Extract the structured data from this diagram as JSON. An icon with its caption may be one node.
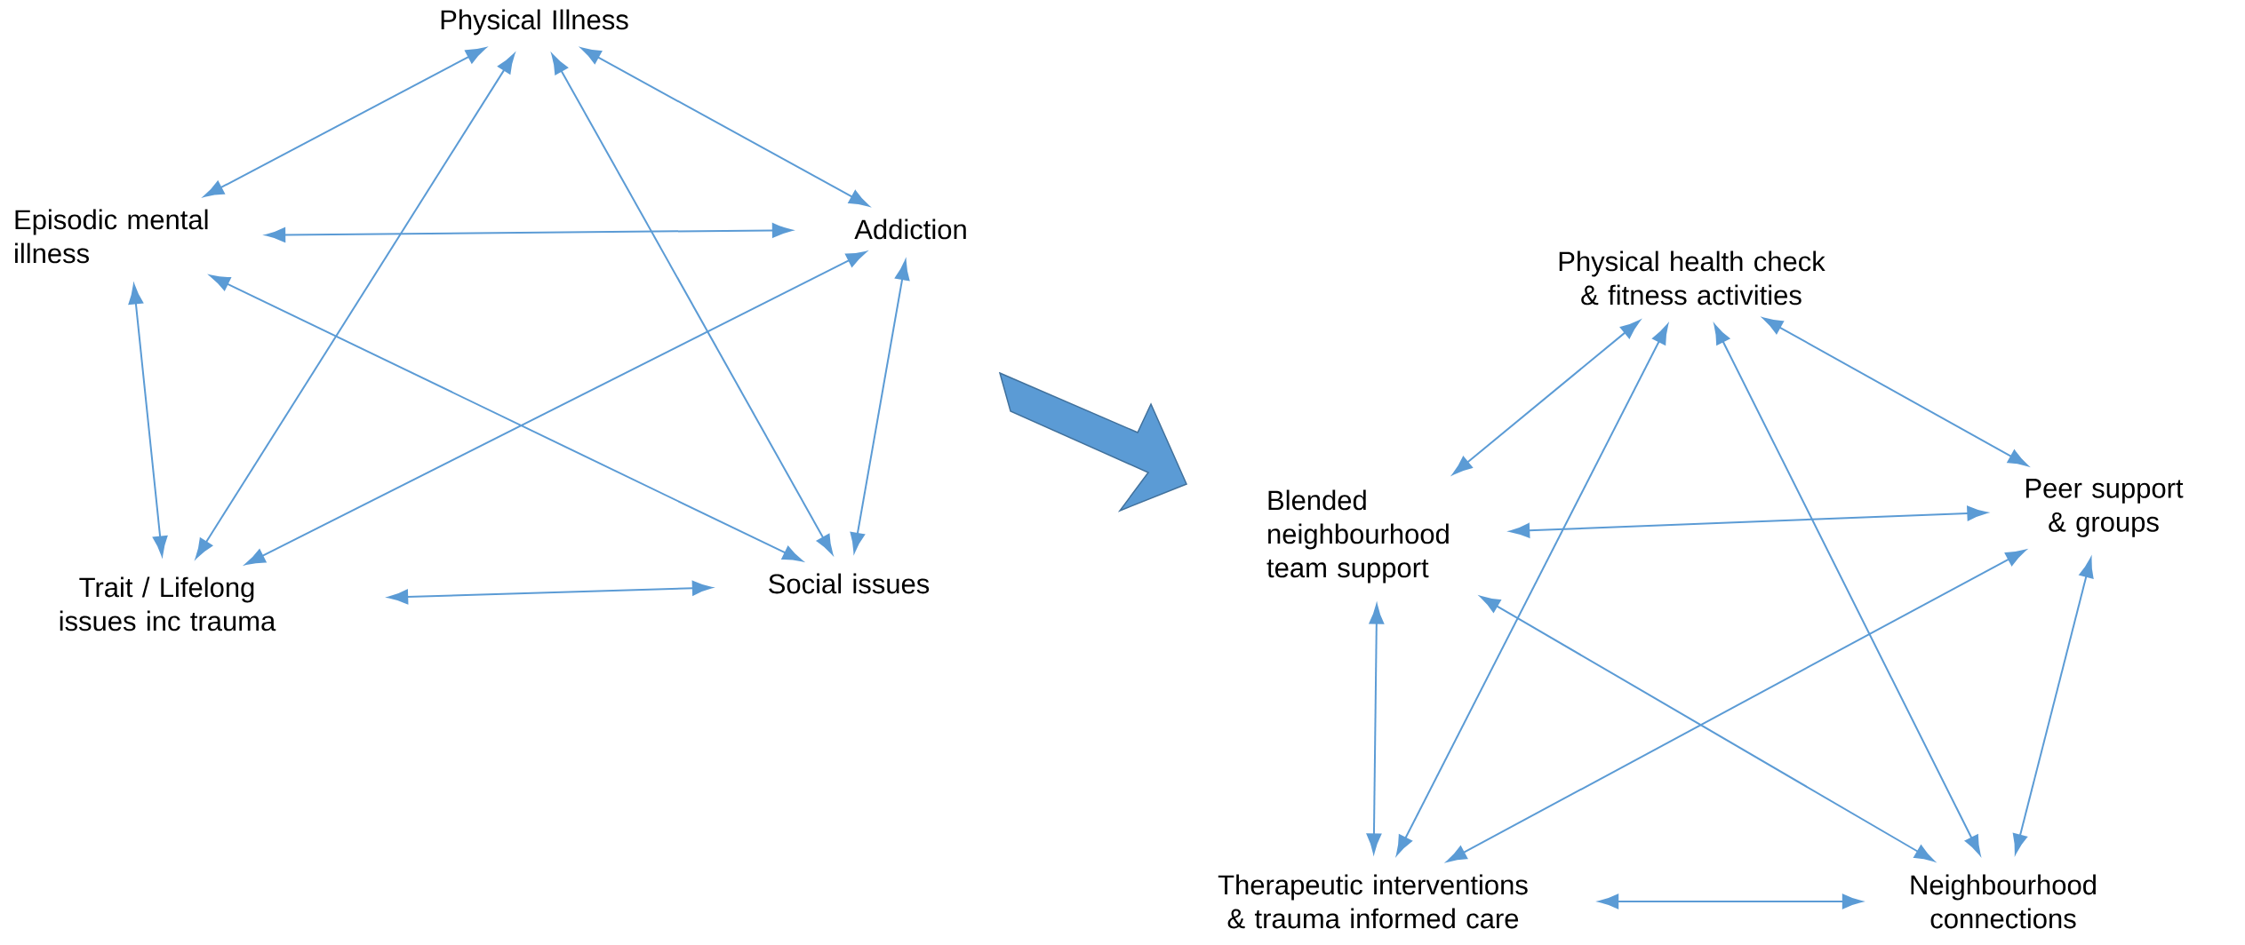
{
  "diagram": {
    "nodes": [
      {
        "text": [
          "Physical Illness"
        ]
      },
      {
        "text": [
          "Episodic mental illness"
        ]
      },
      {
        "text": [
          "Addiction"
        ]
      },
      {
        "text": [
          "Trait / Lifelong issues inc trauma"
        ]
      },
      {
        "text": [
          "Social issues"
        ]
      },
      {
        "text": [
          "Physical health check & fitness activities"
        ]
      },
      {
        "text": [
          "Blended neighbourhood team support"
        ]
      },
      {
        "text": [
          "Peer support & groups"
        ]
      },
      {
        "text": [
          "Therapeutic interventions & trauma informed care"
        ]
      },
      {
        "text": [
          "Neighbourhood connections"
        ]
      }
    ],
    "edges": [
      {
        "from": 0,
        "to": 1,
        "arrow": "both"
      },
      {
        "from": 0,
        "to": 2,
        "arrow": "both"
      },
      {
        "from": 1,
        "to": 2,
        "arrow": "both"
      },
      {
        "from": 0,
        "to": 3,
        "arrow": "both"
      },
      {
        "from": 0,
        "to": 4,
        "arrow": "both"
      },
      {
        "from": 1,
        "to": 3,
        "arrow": "both"
      },
      {
        "from": 1,
        "to": 4,
        "arrow": "both"
      },
      {
        "from": 2,
        "to": 3,
        "arrow": "both"
      },
      {
        "from": 2,
        "to": 4,
        "arrow": "both"
      },
      {
        "from": 3,
        "to": 4,
        "arrow": "both"
      },
      {
        "from": 5,
        "to": 6,
        "arrow": "both"
      },
      {
        "from": 5,
        "to": 7,
        "arrow": "both"
      },
      {
        "from": 6,
        "to": 7,
        "arrow": "both"
      },
      {
        "from": 5,
        "to": 8,
        "arrow": "both"
      },
      {
        "from": 5,
        "to": 9,
        "arrow": "both"
      },
      {
        "from": 6,
        "to": 8,
        "arrow": "both"
      },
      {
        "from": 6,
        "to": 9,
        "arrow": "both"
      },
      {
        "from": 7,
        "to": 8,
        "arrow": "both"
      },
      {
        "from": 7,
        "to": 9,
        "arrow": "both"
      },
      {
        "from": 8,
        "to": 9,
        "arrow": "both"
      }
    ]
  }
}
